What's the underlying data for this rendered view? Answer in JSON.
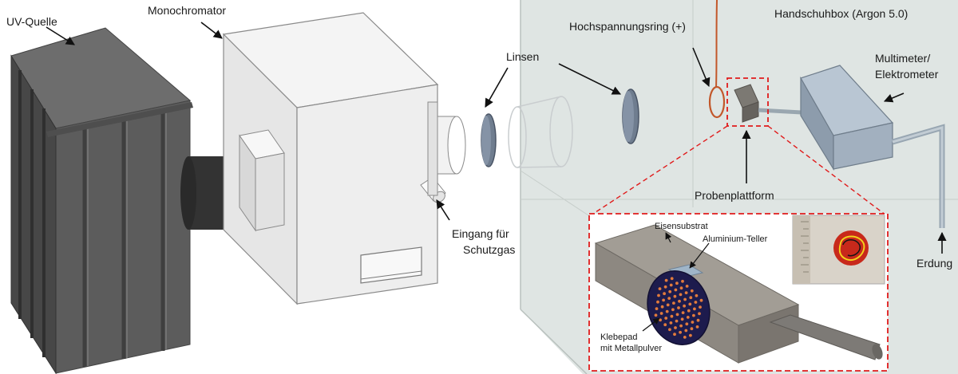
{
  "labels": {
    "uv_source": "UV-Quelle",
    "monochromator": "Monochromator",
    "lenses": "Linsen",
    "high_voltage_ring": "Hochspannungsring (+)",
    "glovebox": "Handschuhbox (Argon 5.0)",
    "multimeter_line1": "Multimeter/",
    "multimeter_line2": "Elektrometer",
    "gas_inlet_line1": "Eingang für",
    "gas_inlet_line2": "Schutzgas",
    "sample_platform": "Probenplattform",
    "ground": "Erdung",
    "iron_substrate": "Eisensubstrat",
    "aluminum_plate": "Aluminium-Teller",
    "adhesive_pad_line1": "Klebepad",
    "adhesive_pad_line2": "mit Metallpulver"
  },
  "colors": {
    "glovebox_fill": "#dfe5e3",
    "dashed_red": "#e01b1b",
    "device_blue": "#a7b6c6",
    "uv_dark": "#5a5a5a",
    "substrate": "#8f8a83",
    "pad_dark": "#1d1b4d",
    "powder_dot": "#e27b3c"
  }
}
